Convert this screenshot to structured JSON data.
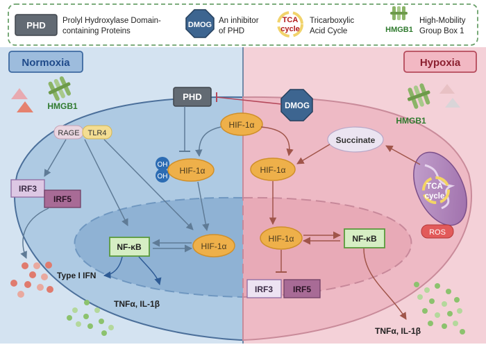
{
  "legend": {
    "phd_abbr": "PHD",
    "phd_desc_1": "Prolyl Hydroxylase Domain-",
    "phd_desc_2": "containing Proteins",
    "dmog_abbr": "DMOG",
    "dmog_desc_1": "An inhibitor",
    "dmog_desc_2": "of PHD",
    "tca_abbr_1": "TCA",
    "tca_abbr_2": "cycle",
    "tca_desc_1": "Tricarboxylic",
    "tca_desc_2": "Acid Cycle",
    "hmgb1_abbr": "HMGB1",
    "hmgb1_desc_1": "High-Mobility",
    "hmgb1_desc_2": "Group Box 1"
  },
  "normoxia": {
    "title": "Normoxia",
    "hmgb1": "HMGB1",
    "rage": "RAGE",
    "tlr4": "TLR4",
    "phd": "PHD",
    "hif_cyto": "HIF-1α",
    "oh_1": "OH",
    "oh_2": "OH",
    "hif_oh": "HIF-1α",
    "irf3": "IRF3",
    "irf5": "IRF5",
    "nfkb": "NF-κB",
    "hif_nuc": "HIF-1α",
    "type1ifn": "Type I IFN",
    "tnf": "TNFα,  IL-1β"
  },
  "hypoxia": {
    "title": "Hypoxia",
    "hmgb1": "HMGB1",
    "dmog": "DMOG",
    "hif_top": "HIF-1α",
    "succinate": "Succinate",
    "hif_mid": "HIF-1α",
    "tca_1": "TCA",
    "tca_2": "cycle",
    "ros": "ROS",
    "hif_nuc": "HIF-1α",
    "nfkb": "NF-κB",
    "irf3": "IRF3",
    "irf5": "IRF5",
    "tnf": "TNFα,  IL-1β"
  },
  "colors": {
    "normoxia_bg": "#d4e3f1",
    "hypoxia_bg": "#f4d1d8",
    "hif": "#eeb04a",
    "phd": "#626a73",
    "dmog": "#3d6590",
    "nfkb": "#5a9a3c",
    "irf3": "#ddc8e4",
    "irf5": "#a86b96",
    "hmgb1_text": "#2f7a2e"
  }
}
